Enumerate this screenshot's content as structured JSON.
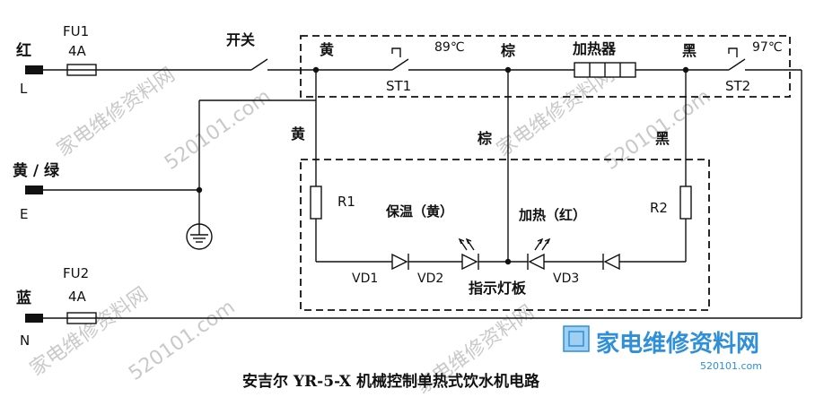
{
  "terminals": {
    "red": "红",
    "L": "L",
    "yellow_green": "黄 / 绿",
    "E": "E",
    "blue": "蓝",
    "N": "N"
  },
  "fuses": {
    "fu1_name": "FU1",
    "fu1_rating": "4A",
    "fu2_name": "FU2",
    "fu2_rating": "4A"
  },
  "switch_label": "开关",
  "thermostat_box": {
    "wire_yellow": "黄",
    "st1_name": "ST1",
    "st1_temp": "89℃",
    "wire_brown": "棕",
    "heater": "加热器",
    "wire_black": "黑",
    "st2_name": "ST2",
    "st2_temp": "97℃"
  },
  "side_wire_labels": {
    "left": "黄",
    "middle": "棕",
    "right": "黑"
  },
  "indicator_board": {
    "r1": "R1",
    "r2": "R2",
    "keep_warm": "保温（黄）",
    "heating": "加热（红）",
    "vd1": "VD1",
    "vd2": "VD2",
    "vd3": "VD3",
    "board_name": "指示灯板"
  },
  "caption": "安吉尔 YR-5-X 机械控制单热式饮水机电路",
  "watermark": {
    "text1": "家电维修资料网",
    "text2": "520101.com",
    "logo_main": "家电维修资料网",
    "logo_sub": "520101.com"
  },
  "colors": {
    "line": "#111111",
    "watermark": "#c9c9c9",
    "logo_blue": "#2f8fd8"
  }
}
